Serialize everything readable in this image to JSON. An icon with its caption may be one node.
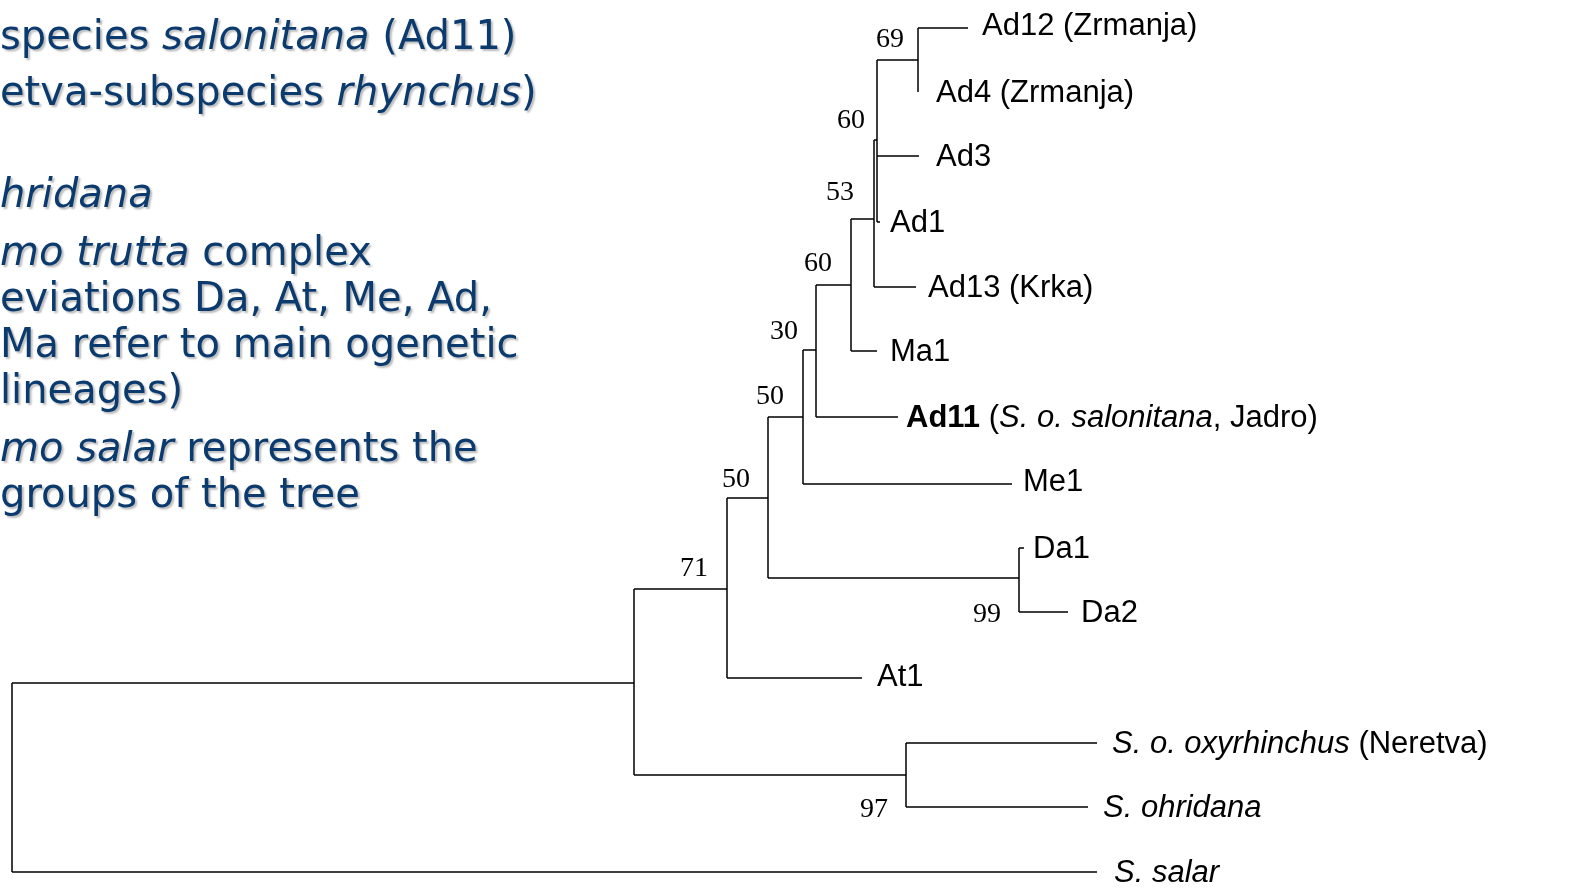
{
  "diagram": {
    "labels": [
      "species *salonitana* (Ad11)",
      "etva-subspecies *rhynchus*)",
      "hridana",
      "*mo trutta* complex eviations Da, At, Me, Ad, Ma refer to main ogenetic lineages)",
      "*mo salar* represents the groups of the tree",
      "69",
      "Ad12 (Zrmanja)",
      "Ad4 (Zrmanja)",
      "60",
      "Ad3",
      "53",
      "Ad1",
      "60",
      "Ad13 (Krka)",
      "30",
      "Ma1",
      "50",
      "**Ad11** (*S. o. salonitana*, Jadro)",
      "50",
      "Me1",
      "Da1",
      "71",
      "99",
      "Da2",
      "At1",
      "*S. o. oxyrhinchus* (Neretva)",
      "S. ohridana",
      "97",
      "S. salar"
    ]
  }
}
